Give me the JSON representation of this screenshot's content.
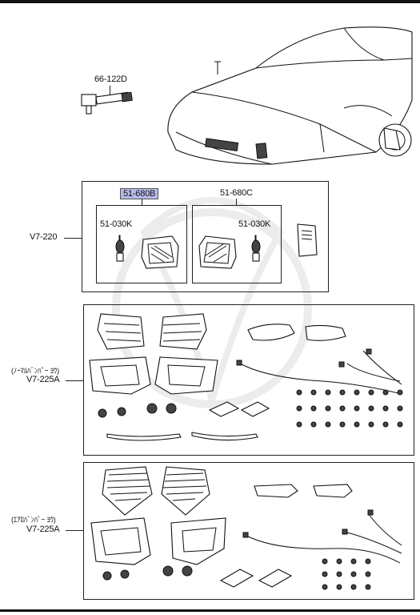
{
  "diagram": {
    "top_part": "66-122D",
    "kit_v7_220": {
      "ref": "V7-220",
      "left_group": {
        "part": "51-680B",
        "bulb": "51-030K"
      },
      "right_group": {
        "part": "51-680C",
        "bulb": "51-030K"
      }
    },
    "kit_normal": {
      "note": "(ﾉｰﾏﾙﾊﾞﾝﾊﾟｰ ﾖｳ)",
      "ref": "V7-225A"
    },
    "kit_aero": {
      "note": "(ｴｱﾛﾊﾞﾝﾊﾟｰ ﾖｳ)",
      "ref": "V7-225A"
    }
  }
}
